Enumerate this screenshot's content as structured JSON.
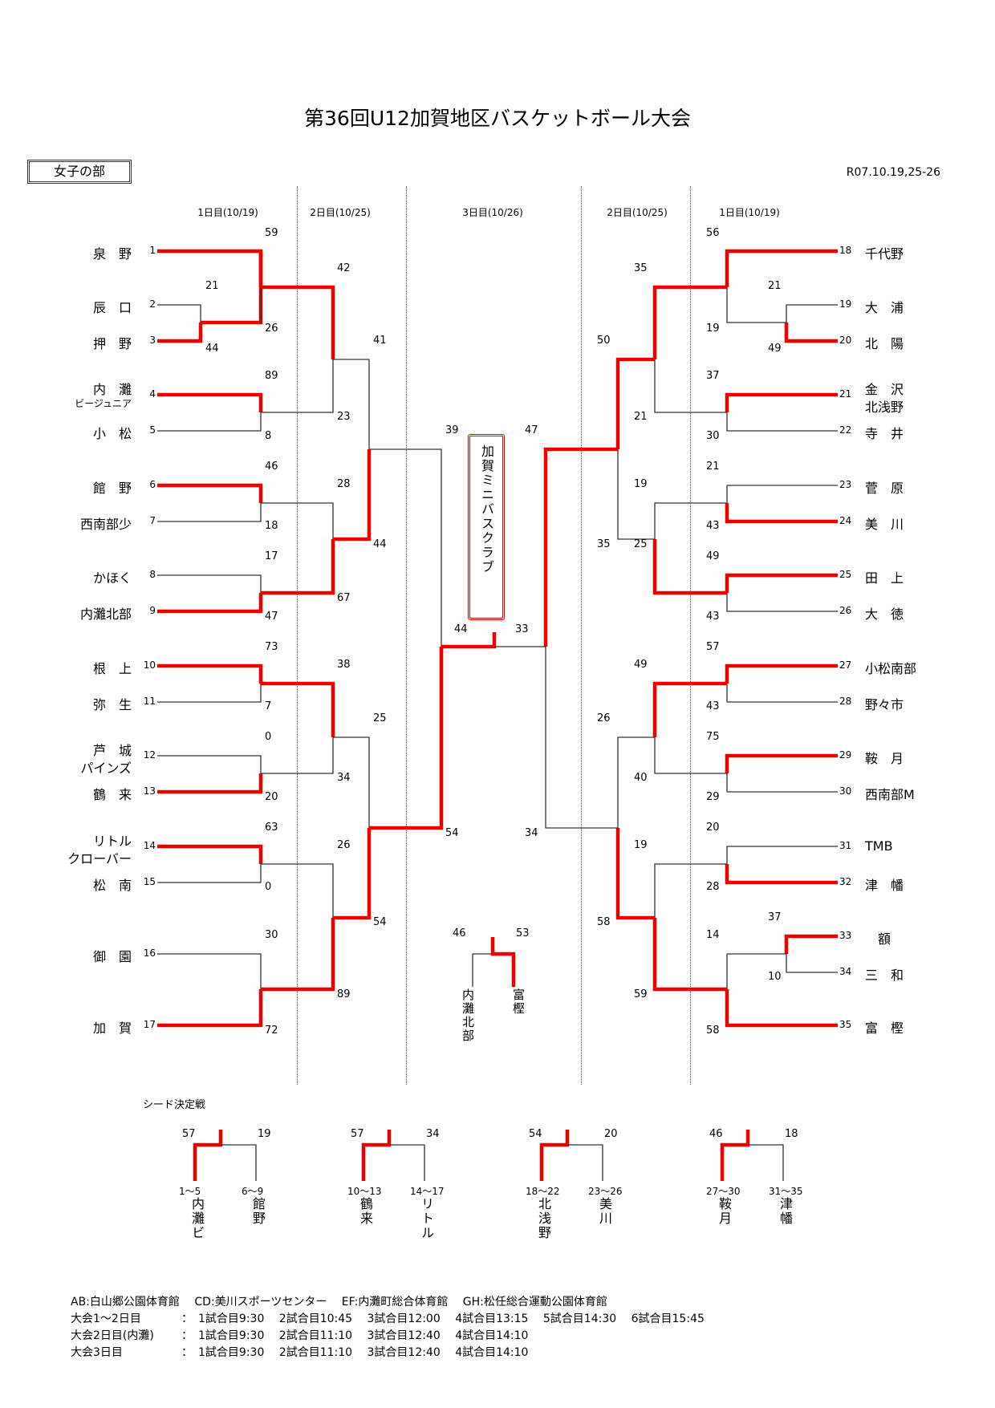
{
  "title": "第36回U12加賀地区バスケットボール大会",
  "division": "女子の部",
  "dates": "R07.10.19,25-26",
  "day_headers": [
    "1日目(10/19)",
    "2日目(10/25)",
    "3日目(10/26)",
    "2日目(10/25)",
    "1日目(10/19)"
  ],
  "left_teams": [
    {
      "seed": "1",
      "name": "泉　野",
      "sub": ""
    },
    {
      "seed": "2",
      "name": "辰　口",
      "sub": ""
    },
    {
      "seed": "3",
      "name": "押　野",
      "sub": ""
    },
    {
      "seed": "4",
      "name": "内　灘",
      "sub": "ビージュニア"
    },
    {
      "seed": "5",
      "name": "小　松",
      "sub": ""
    },
    {
      "seed": "6",
      "name": "館　野",
      "sub": ""
    },
    {
      "seed": "7",
      "name": "西南部少",
      "sub": ""
    },
    {
      "seed": "8",
      "name": "かほく",
      "sub": ""
    },
    {
      "seed": "9",
      "name": "内灘北部",
      "sub": ""
    },
    {
      "seed": "10",
      "name": "根　上",
      "sub": ""
    },
    {
      "seed": "11",
      "name": "弥　生",
      "sub": ""
    },
    {
      "seed": "12",
      "name": "芦　城",
      "sub": "パインズ"
    },
    {
      "seed": "13",
      "name": "鶴　来",
      "sub": ""
    },
    {
      "seed": "14",
      "name": "リトル",
      "sub": "クローバー"
    },
    {
      "seed": "15",
      "name": "松　南",
      "sub": ""
    },
    {
      "seed": "16",
      "name": "御　園",
      "sub": ""
    },
    {
      "seed": "17",
      "name": "加　賀",
      "sub": ""
    }
  ],
  "right_teams": [
    {
      "seed": "18",
      "name": "千代野",
      "sub": ""
    },
    {
      "seed": "19",
      "name": "大　浦",
      "sub": ""
    },
    {
      "seed": "20",
      "name": "北　陽",
      "sub": ""
    },
    {
      "seed": "21",
      "name": "金　沢",
      "sub": "北浅野"
    },
    {
      "seed": "22",
      "name": "寺　井",
      "sub": ""
    },
    {
      "seed": "23",
      "name": "菅　原",
      "sub": ""
    },
    {
      "seed": "24",
      "name": "美　川",
      "sub": ""
    },
    {
      "seed": "25",
      "name": "田　上",
      "sub": ""
    },
    {
      "seed": "26",
      "name": "大　徳",
      "sub": ""
    },
    {
      "seed": "27",
      "name": "小松南部",
      "sub": ""
    },
    {
      "seed": "28",
      "name": "野々市",
      "sub": ""
    },
    {
      "seed": "29",
      "name": "鞍　月",
      "sub": ""
    },
    {
      "seed": "30",
      "name": "西南部M",
      "sub": ""
    },
    {
      "seed": "31",
      "name": "TMB",
      "sub": ""
    },
    {
      "seed": "32",
      "name": "津　幡",
      "sub": ""
    },
    {
      "seed": "33",
      "name": "　額",
      "sub": ""
    },
    {
      "seed": "34",
      "name": "三　和",
      "sub": ""
    },
    {
      "seed": "35",
      "name": "富　樫",
      "sub": ""
    }
  ],
  "scores": {
    "L_pre_2v3": [
      "21",
      "44"
    ],
    "L_r1_1v23": [
      "59",
      "26"
    ],
    "L_r1_4v5": [
      "89",
      "8"
    ],
    "L_r1_6v7": [
      "46",
      "18"
    ],
    "L_r1_8v9": [
      "17",
      "47"
    ],
    "L_r1_10v11": [
      "73",
      "7"
    ],
    "L_r1_12v13": [
      "0",
      "20"
    ],
    "L_r1_14v15": [
      "63",
      "0"
    ],
    "L_r1_16v17": [
      "30",
      "72"
    ],
    "L_r2_a": [
      "42",
      "23"
    ],
    "L_r2_b": [
      "28",
      "67"
    ],
    "L_r2_c": [
      "38",
      "34"
    ],
    "L_r2_d": [
      "26",
      "89"
    ],
    "L_r3_top": [
      "41",
      "44"
    ],
    "L_r3_bot": [
      "25",
      "54"
    ],
    "L_semi": [
      "39",
      "54"
    ],
    "R_pre_19v20": [
      "21",
      "49"
    ],
    "R_pre_33v34": [
      "37",
      "10"
    ],
    "R_r1_18v1920": [
      "56",
      "19"
    ],
    "R_r1_21v22": [
      "37",
      "30"
    ],
    "R_r1_23v24": [
      "21",
      "43"
    ],
    "R_r1_25v26": [
      "49",
      "43"
    ],
    "R_r1_27v28": [
      "57",
      "43"
    ],
    "R_r1_29v30": [
      "75",
      "29"
    ],
    "R_r1_31v32": [
      "20",
      "28"
    ],
    "R_r1_3334v35": [
      "14",
      "58"
    ],
    "R_r2_a": [
      "35",
      "21"
    ],
    "R_r2_b": [
      "19",
      "25"
    ],
    "R_r2_c": [
      "49",
      "40"
    ],
    "R_r2_d": [
      "19",
      "59"
    ],
    "R_r3_top": [
      "50",
      "35"
    ],
    "R_r3_bot": [
      "26",
      "58"
    ],
    "R_semi": [
      "47",
      "34"
    ],
    "final": [
      "44",
      "33"
    ],
    "third": [
      "46",
      "53"
    ]
  },
  "champion": "加賀ミニバスクラブ",
  "third_place": {
    "left": "内灘北部",
    "right": "富樫"
  },
  "seed_section": {
    "title": "シード決定戦",
    "games": [
      {
        "left_score": "57",
        "right_score": "19",
        "left_range": "1〜5",
        "right_range": "6〜9",
        "left_name": "内灘ビ",
        "right_name": "館野"
      },
      {
        "left_score": "57",
        "right_score": "34",
        "left_range": "10〜13",
        "right_range": "14〜17",
        "left_name": "鶴来",
        "right_name": "リトル"
      },
      {
        "left_score": "54",
        "right_score": "20",
        "left_range": "18〜22",
        "right_range": "23〜26",
        "left_name": "北浅野",
        "right_name": "美川"
      },
      {
        "left_score": "46",
        "right_score": "18",
        "left_range": "27〜30",
        "right_range": "31〜35",
        "left_name": "鞍月",
        "right_name": "津幡"
      }
    ]
  },
  "footer": {
    "venues": "AB:白山郷公園体育館　 CD:美川スポーツセンター　 EF:内灘町総合体育館　 GH:松任総合運動公園体育館",
    "schedule": [
      {
        "label": "大会1〜2日目",
        "times": "：　1試合目9:30　 2試合目10:45　 3試合目12:00　 4試合目13:15　 5試合目14:30　 6試合目15:45"
      },
      {
        "label": "大会2日目(内灘)",
        "times": "：　1試合目9:30　 2試合目11:10　 3試合目12:40　 4試合目14:10"
      },
      {
        "label": "大会3日目",
        "times": "：　1試合目9:30　 2試合目11:10　 3試合目12:40　 4試合目14:10"
      }
    ]
  },
  "colors": {
    "winner_line": "#ee0000",
    "loser_line": "#333333"
  }
}
